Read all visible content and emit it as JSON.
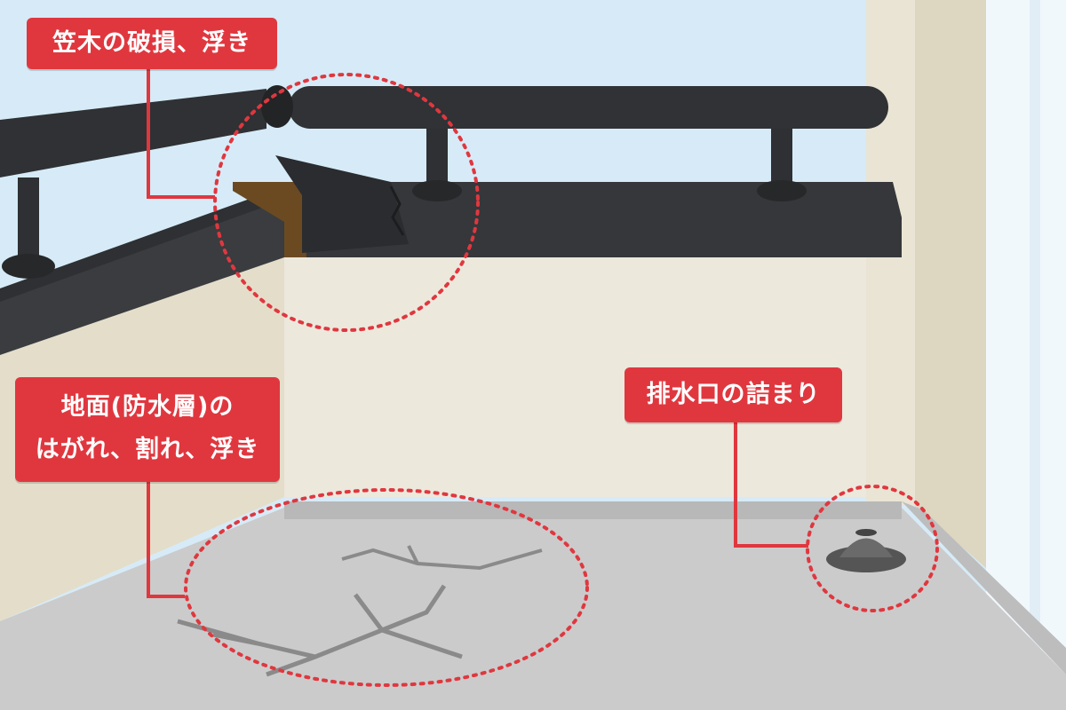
{
  "callouts": {
    "coping": {
      "text": "笠木の破損、浮き"
    },
    "floor": {
      "line1": "地面(防水層)の",
      "line2": "はがれ、割れ、浮き"
    },
    "drain": {
      "text": "排水口の詰まり"
    }
  },
  "colors": {
    "callout_red": "#e0373f",
    "railing": "#2e3033",
    "wall": "#ece8dc",
    "floor": "#cbcbcb"
  }
}
